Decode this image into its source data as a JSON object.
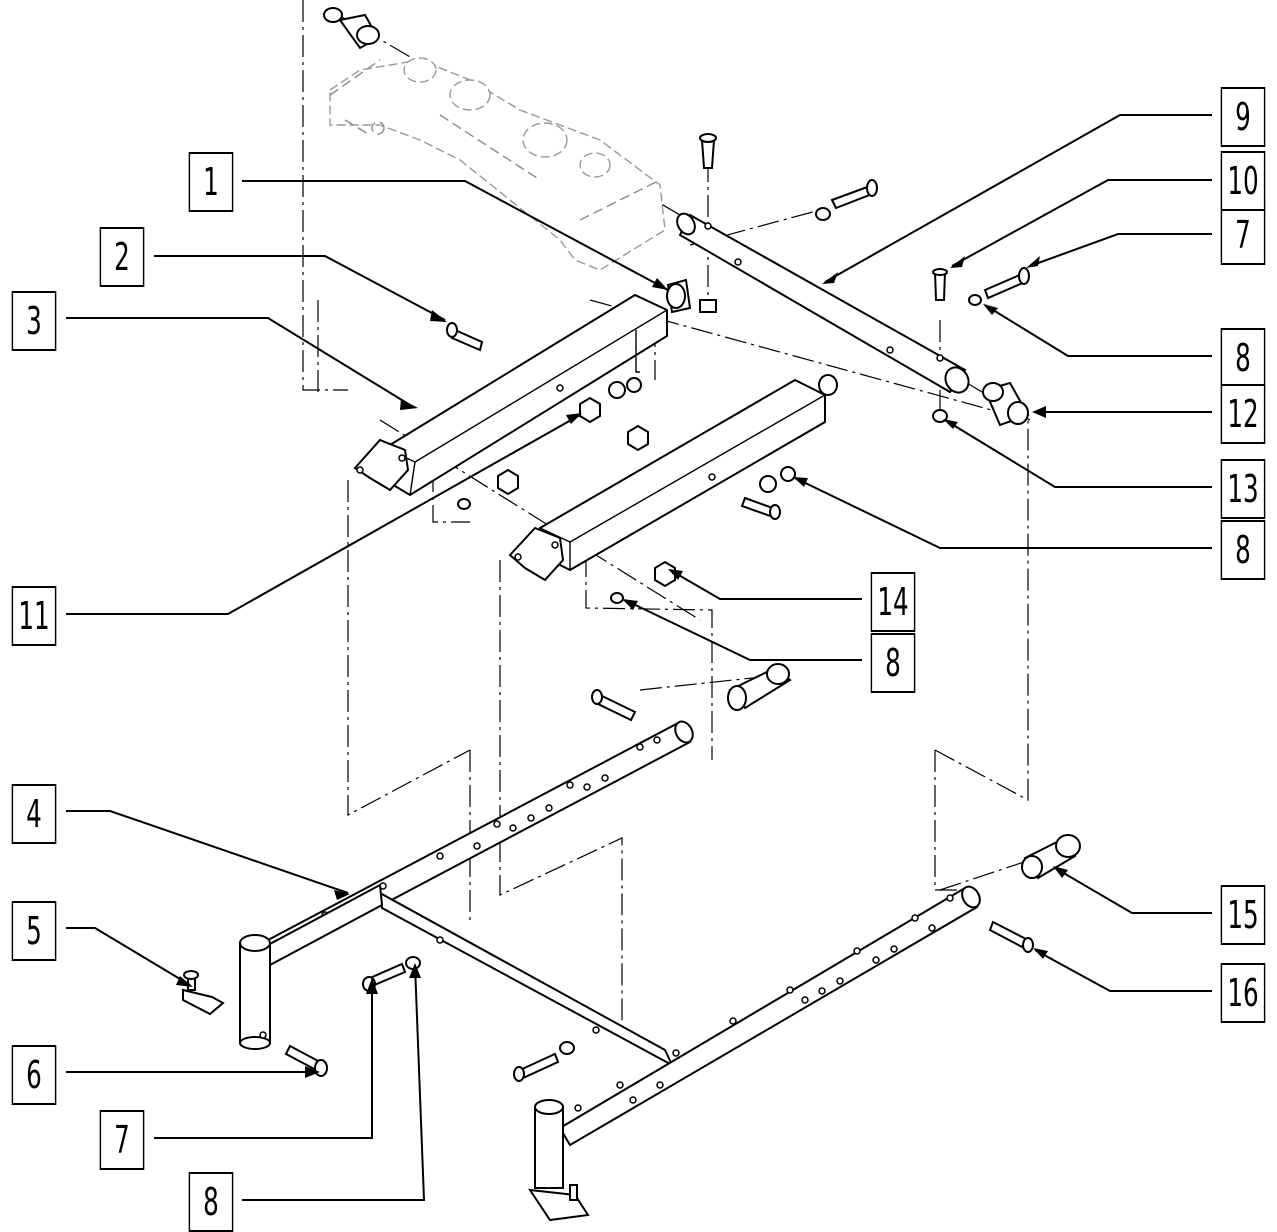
{
  "diagram": {
    "callouts": [
      {
        "id": "c1",
        "label": "1"
      },
      {
        "id": "c2",
        "label": "2"
      },
      {
        "id": "c3",
        "label": "3"
      },
      {
        "id": "c4",
        "label": "4"
      },
      {
        "id": "c5",
        "label": "5"
      },
      {
        "id": "c6",
        "label": "6"
      },
      {
        "id": "c7a",
        "label": "7"
      },
      {
        "id": "c7b",
        "label": "7"
      },
      {
        "id": "c8a",
        "label": "8"
      },
      {
        "id": "c8b",
        "label": "8"
      },
      {
        "id": "c8c",
        "label": "8"
      },
      {
        "id": "c8d",
        "label": "8"
      },
      {
        "id": "c9",
        "label": "9"
      },
      {
        "id": "c10",
        "label": "10"
      },
      {
        "id": "c11",
        "label": "11"
      },
      {
        "id": "c12",
        "label": "12"
      },
      {
        "id": "c13",
        "label": "13"
      },
      {
        "id": "c14",
        "label": "14"
      },
      {
        "id": "c15",
        "label": "15"
      },
      {
        "id": "c16",
        "label": "16"
      }
    ]
  }
}
